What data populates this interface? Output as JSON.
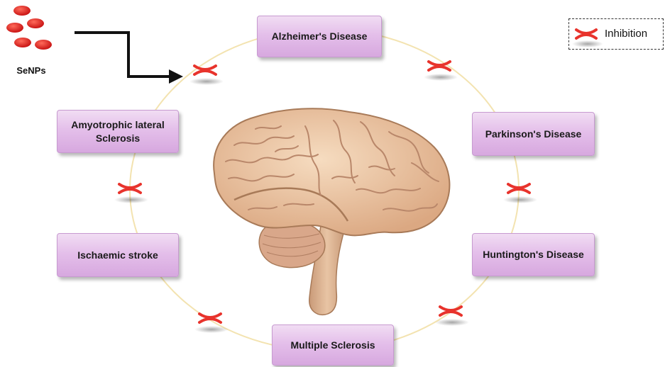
{
  "source": {
    "label": "SeNPs"
  },
  "legend": {
    "label": "Inhibition",
    "symbol": "red-x-inhibition-icon"
  },
  "diseases": [
    {
      "id": "alzheimers",
      "label": "Alzheimer's Disease"
    },
    {
      "id": "parkinsons",
      "label": "Parkinson's Disease"
    },
    {
      "id": "huntingtons",
      "label": "Huntington's Disease"
    },
    {
      "id": "multiple-sclerosis",
      "label": "Multiple Sclerosis"
    },
    {
      "id": "ischaemic-stroke",
      "label": "Ischaemic stroke"
    },
    {
      "id": "als",
      "label": "Amyotrophic lateral\nSclerosis"
    }
  ],
  "colors": {
    "node_fill": "#e4bfea",
    "node_border": "#c79ad0",
    "ring": "#f3e3b0",
    "inhibition": "#e8332c",
    "nanoparticle": "#e02020",
    "arrow": "#111111"
  }
}
